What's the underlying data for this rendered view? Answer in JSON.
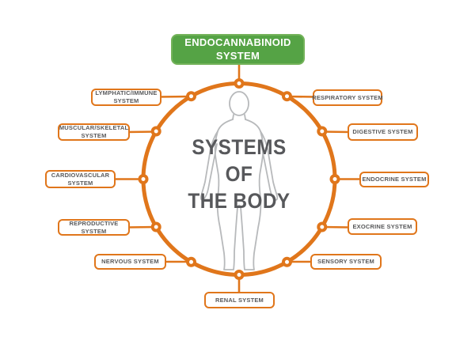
{
  "diagram": {
    "hub": {
      "label": "ENDOCANNABINOID SYSTEM"
    },
    "center_title": {
      "line1": "SYSTEMS",
      "line2": "OF",
      "line3": "THE BODY"
    },
    "systems": [
      {
        "text": "LYMPHATIC/IMMUNE SYSTEM",
        "side": "left"
      },
      {
        "text": "MUSCULAR/SKELETAL SYSTEM",
        "side": "left"
      },
      {
        "text": "CARDIOVASCULAR SYSTEM",
        "side": "left"
      },
      {
        "text": "REPRODUCTIVE SYSTEM",
        "side": "left"
      },
      {
        "text": "NERVOUS SYSTEM",
        "side": "left"
      },
      {
        "text": "RENAL SYSTEM",
        "side": "bottom"
      },
      {
        "text": "RESPIRATORY SYSTEM",
        "side": "right"
      },
      {
        "text": "DIGESTIVE SYSTEM",
        "side": "right"
      },
      {
        "text": "ENDOCRINE SYSTEM",
        "side": "right"
      },
      {
        "text": "EXOCRINE SYSTEM",
        "side": "right"
      },
      {
        "text": "SENSORY SYSTEM",
        "side": "right"
      }
    ],
    "colors": {
      "accent_orange": "#e0761b",
      "hub_green": "#55a345",
      "hub_green_border": "#74b35a",
      "label_text": "#58595b",
      "title_text": "#57585b",
      "figure_outline": "#b7b9bb",
      "background": "#ffffff"
    }
  }
}
